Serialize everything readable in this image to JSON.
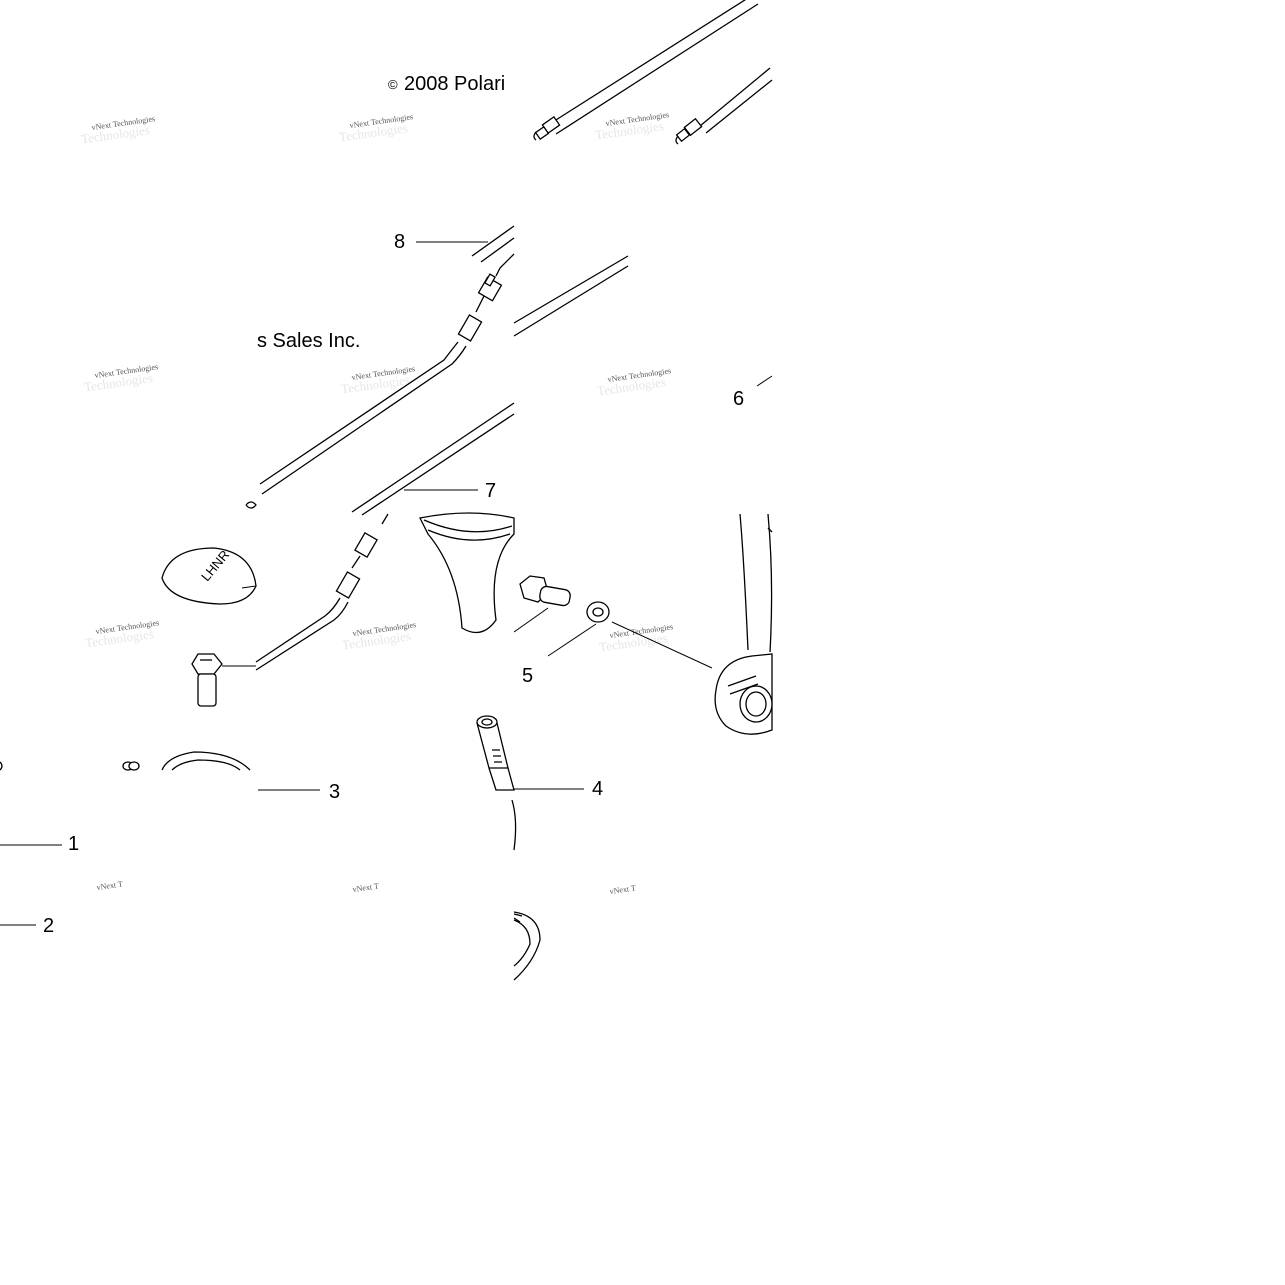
{
  "copyright": {
    "symbol": "©",
    "line1": "2008 Polari",
    "line2": "s Sales Inc."
  },
  "watermark": {
    "line1": "vNext Technologies",
    "line2": "Technologies",
    "fragment": "vNext T"
  },
  "callouts": [
    "1",
    "2",
    "3",
    "4",
    "5",
    "6",
    "7",
    "8"
  ],
  "shift_pattern_glyphs": "LHNR"
}
